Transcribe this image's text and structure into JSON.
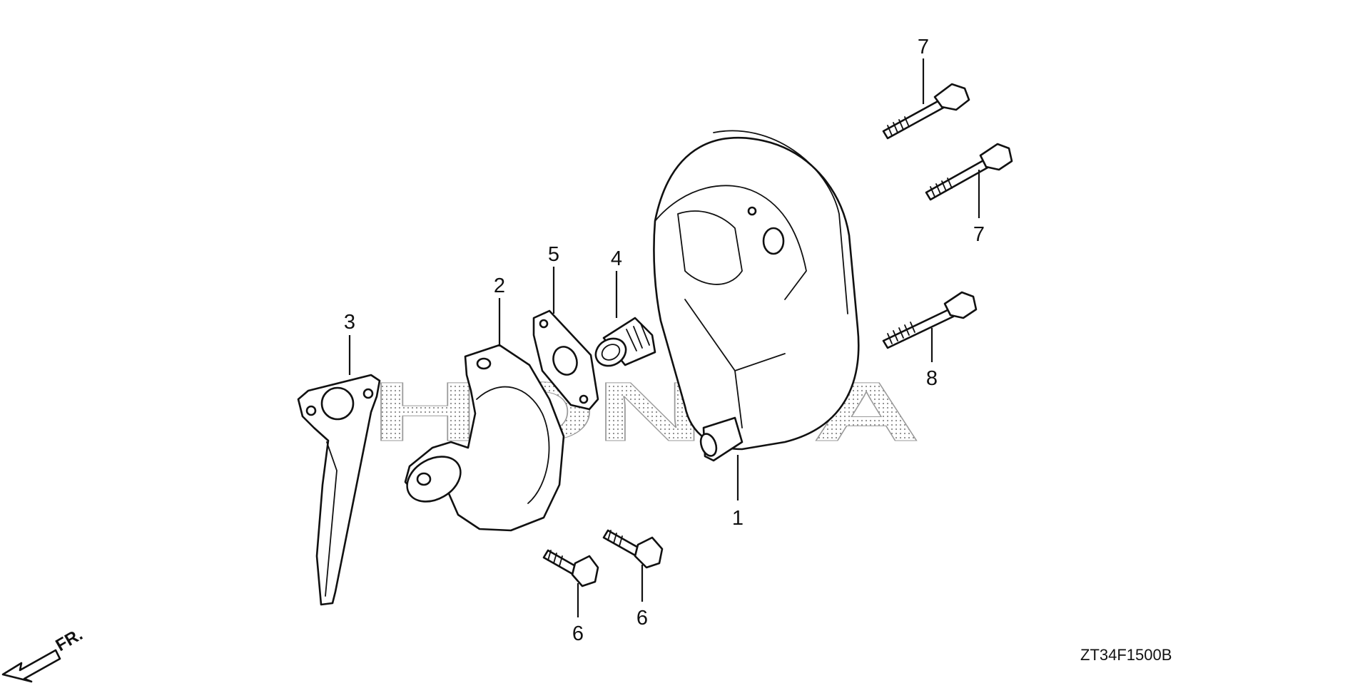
{
  "diagram": {
    "watermark": "HONDA",
    "direction_label": "FR.",
    "figure_code": "ZT34F1500B",
    "callouts": [
      {
        "id": "muffler",
        "label": "1"
      },
      {
        "id": "exhaust-pipe",
        "label": "2"
      },
      {
        "id": "muffler-stay",
        "label": "3"
      },
      {
        "id": "spark-arrester",
        "label": "4"
      },
      {
        "id": "muffler-gasket",
        "label": "5"
      },
      {
        "id": "flange-bolt-left",
        "label": "6"
      },
      {
        "id": "flange-bolt-right",
        "label": "6"
      },
      {
        "id": "long-bolt-top",
        "label": "7"
      },
      {
        "id": "long-bolt-middle",
        "label": "7"
      },
      {
        "id": "bolt-lower",
        "label": "8"
      }
    ]
  }
}
